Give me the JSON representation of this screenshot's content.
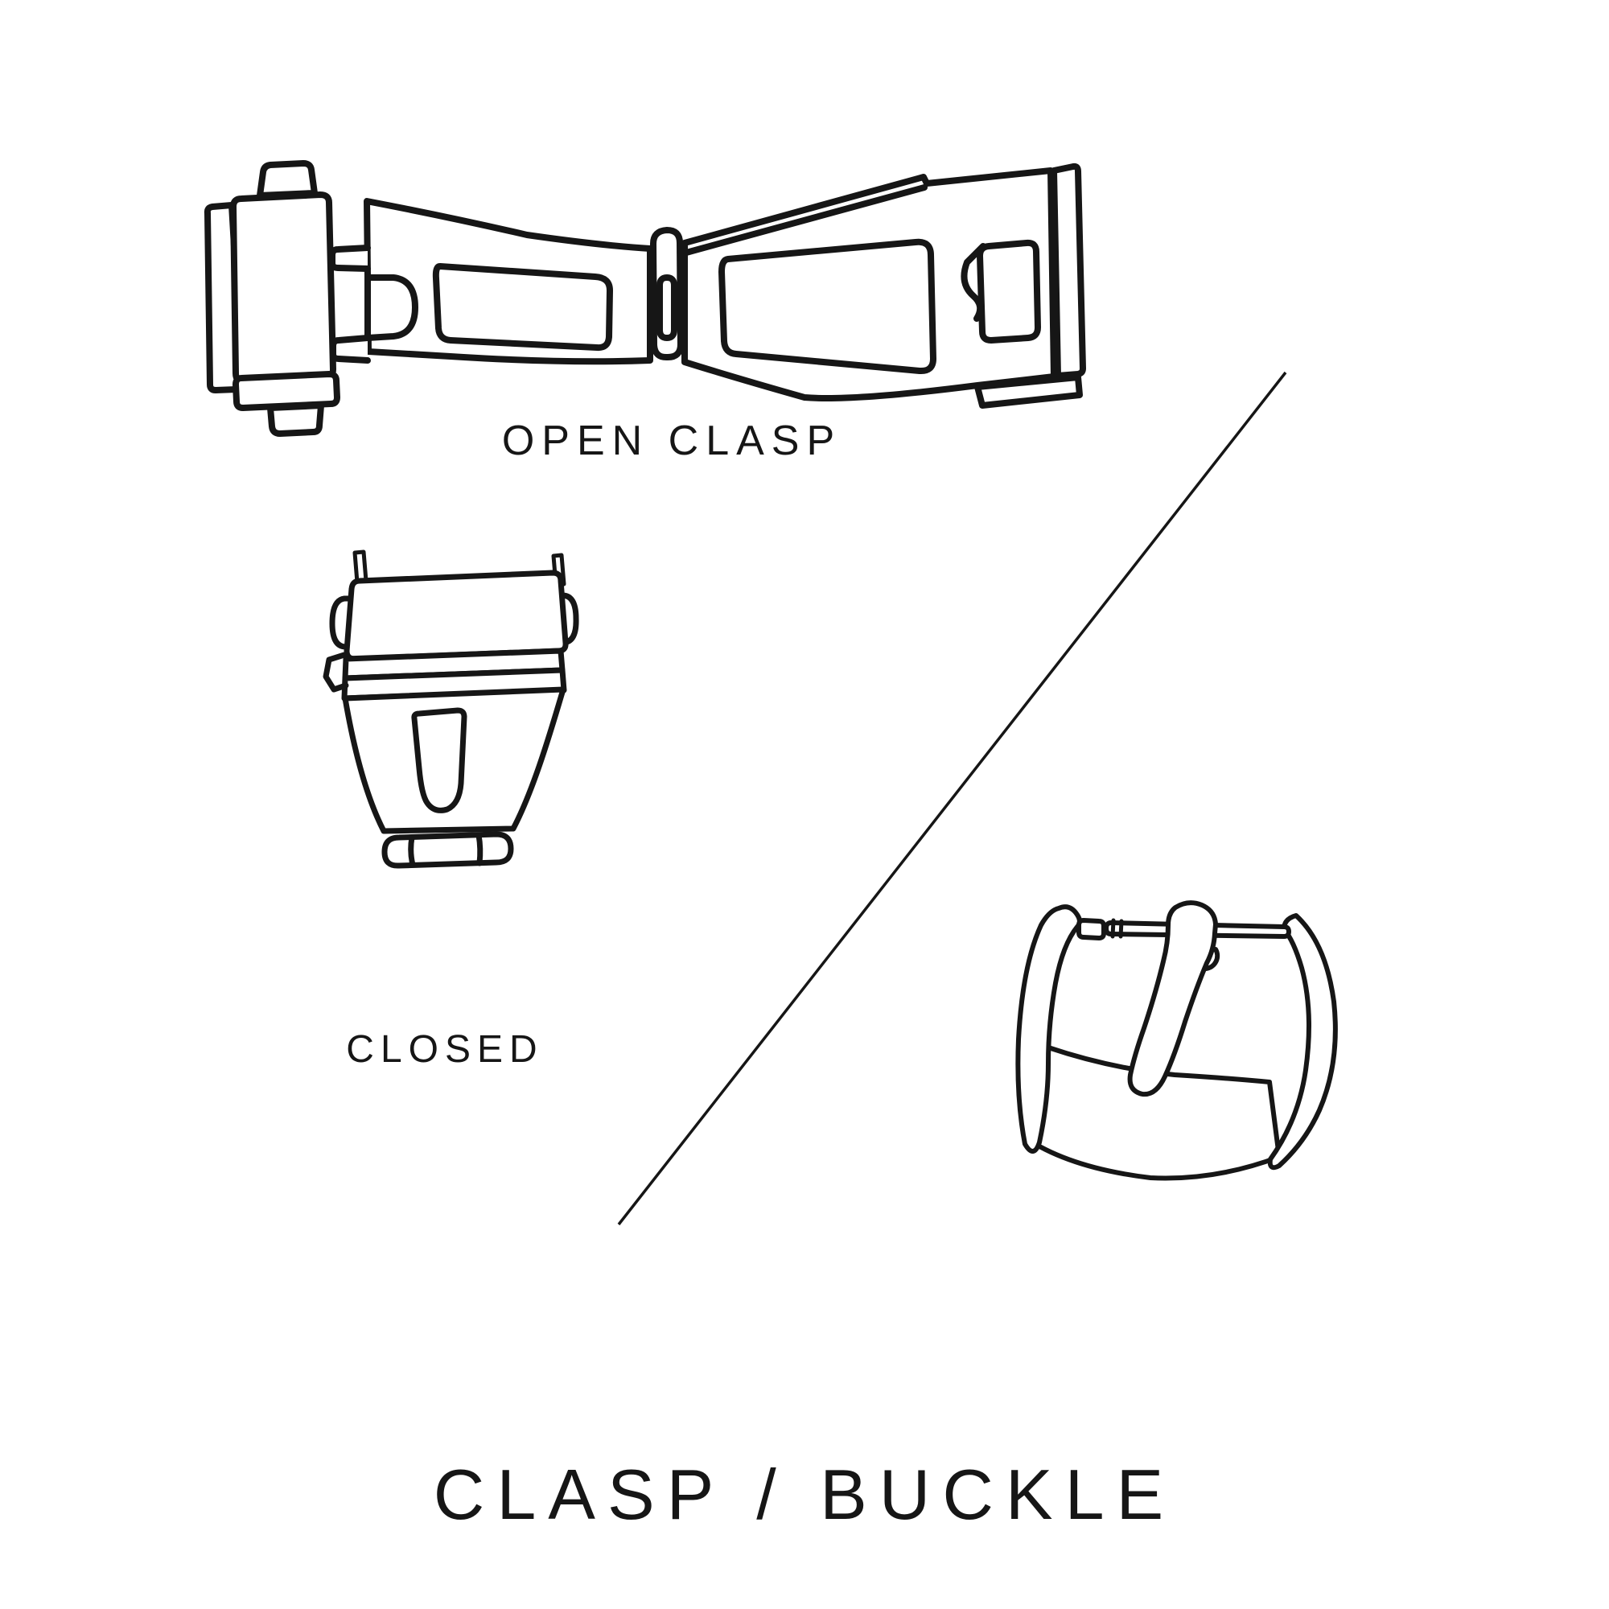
{
  "page": {
    "background": "#ffffff",
    "line_color": "#161616"
  },
  "labels": {
    "open_clasp": "OPEN CLASP",
    "closed": "CLOSED",
    "title": "CLASP / BUCKLE"
  },
  "illustrations": {
    "open_clasp": "open-clasp-illustration",
    "closed_clasp": "closed-clasp-illustration",
    "tang_buckle": "tang-buckle-illustration",
    "divider": "diagonal-divider-line"
  }
}
